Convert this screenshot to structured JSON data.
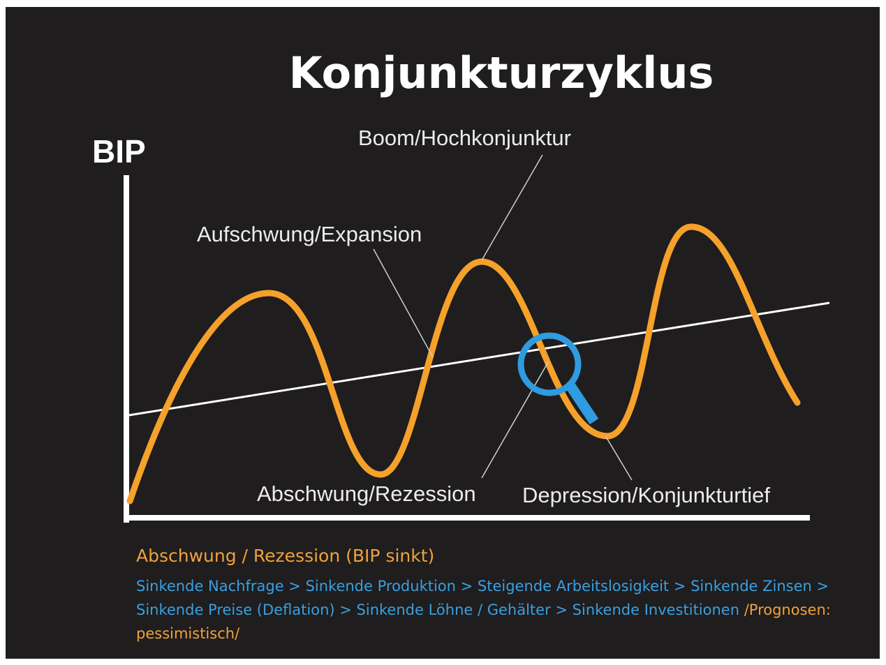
{
  "title": "Konjunkturzyklus",
  "y_axis_label": "BIP",
  "phase_labels": {
    "boom": "Boom/Hochkonjunktur",
    "expansion": "Aufschwung/Expansion",
    "recession": "Abschwung/Rezession",
    "depression": "Depression/Konjunkturtief"
  },
  "caption": {
    "heading": "Abschwung / Rezession (BIP sinkt)",
    "body": "Sinkende Nachfrage > Sinkende Produktion > Steigende Arbeitslosigkeit > Sinkende Zinsen > Sinkende Preise (Deflation) > Sinkende Löhne / Gehälter > Sinkende Investitionen",
    "tail": " /Prognosen: pessimistisch/"
  },
  "colors": {
    "background": "#1f1d1e",
    "curve": "#f5a12b",
    "trend_line": "#ffffff",
    "magnifier": "#2f9be0",
    "caption_heading": "#f0a23a",
    "caption_body": "#3aa0e0"
  },
  "icons": [
    "magnifier-icon"
  ]
}
